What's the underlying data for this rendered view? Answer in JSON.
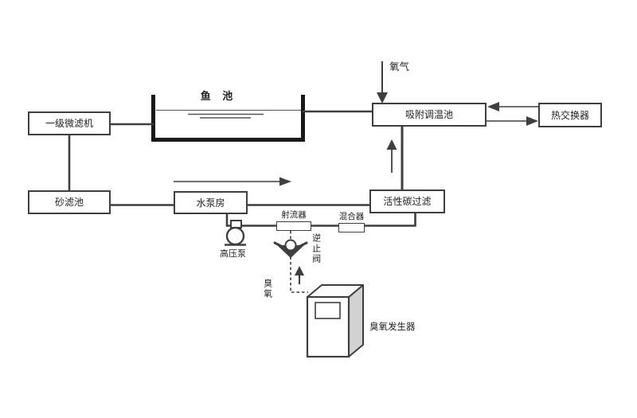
{
  "diagram": {
    "boxes": {
      "micro_filter": "一级微滤机",
      "sand_filter": "砂滤池",
      "pump_house": "水泵房",
      "carbon_filter": "活性碳过滤",
      "adsorption_pool": "吸附调温池",
      "heat_exchanger": "热交换器",
      "jet_ejector": "射流器",
      "mixer": "混合器"
    },
    "labels": {
      "fish_pond": "鱼 池",
      "oxygen": "氧气",
      "high_pressure_pump": "高压泵",
      "check_valve": "逆止阀",
      "ozone": "臭氧",
      "ozone_generator": "臭氧发生器"
    },
    "colors": {
      "line": "#3f3f3f",
      "tank": "#1a1a1a",
      "face": "#d2d2d2",
      "bg": "#ffffff",
      "text": "#1f1f1f"
    }
  }
}
